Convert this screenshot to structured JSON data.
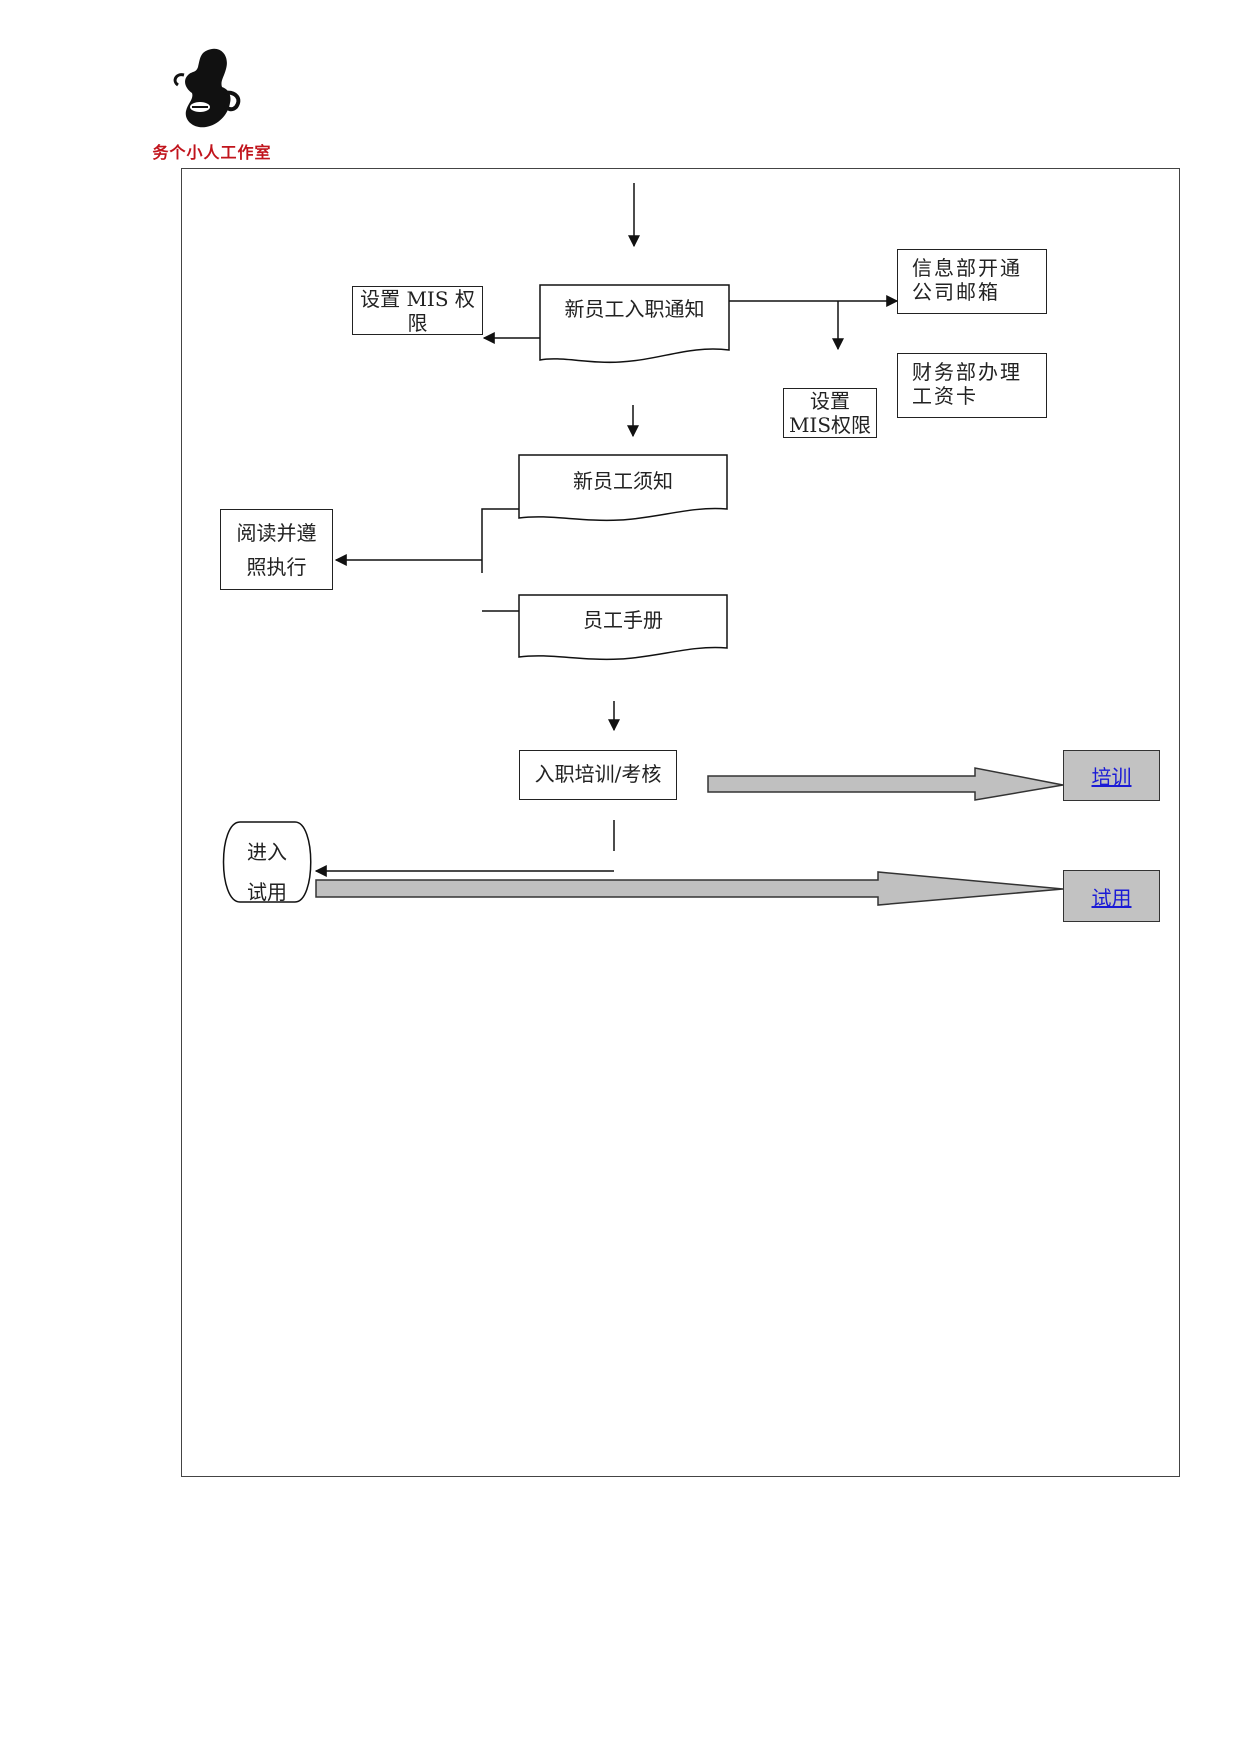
{
  "logo": {
    "icon": "character-head-icon",
    "studio_name": "务个小人工作室",
    "accent": "#c1141c"
  },
  "flow": {
    "nodes": {
      "set_mis_left": "设置 MIS 权限",
      "new_hire_notice": "新员工入职通知",
      "it_email": "信息部开通公司邮箱",
      "set_mis_right": "设置 MIS权限",
      "finance_payroll": "财务部办理工资卡",
      "new_hire_guide": "新员工须知",
      "read_follow": "阅读并遵照执行",
      "employee_handbook": "员工手册",
      "induction_training": "入职培训/考核",
      "enter_probation": "进入试用期"
    },
    "links": {
      "training": "培训",
      "probation": "试用"
    },
    "colors": {
      "line": "#111111",
      "big_arrow_fill": "#c0c0c0",
      "link_box_fill": "#c2c2c2",
      "link_text": "#1a1ad6"
    }
  }
}
